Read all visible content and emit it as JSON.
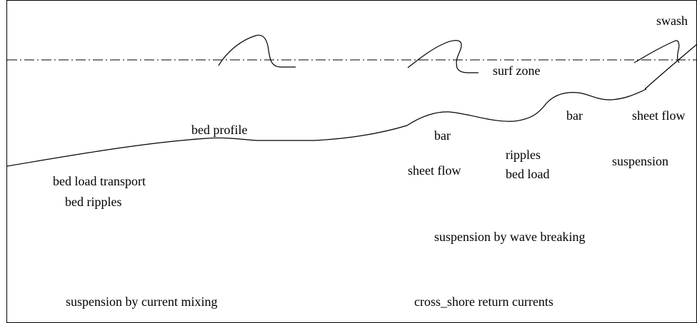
{
  "diagram": {
    "labels": {
      "swash": "swash",
      "surf_zone": "surf zone",
      "bed_profile": "bed profile",
      "bar_left": "bar",
      "bar_right": "bar",
      "sheet_flow_right": "sheet flow",
      "sheet_flow_left": "sheet flow",
      "ripples": "ripples",
      "bed_load": "bed load",
      "suspension": "suspension",
      "bed_load_transport": "bed load transport",
      "bed_ripples": "bed ripples",
      "suspension_wave_breaking": "suspension by wave breaking",
      "suspension_current_mixing": "suspension by current mixing",
      "cross_shore_return": "cross_shore return currents"
    },
    "colors": {
      "line": "#000000",
      "background": "#ffffff"
    }
  }
}
